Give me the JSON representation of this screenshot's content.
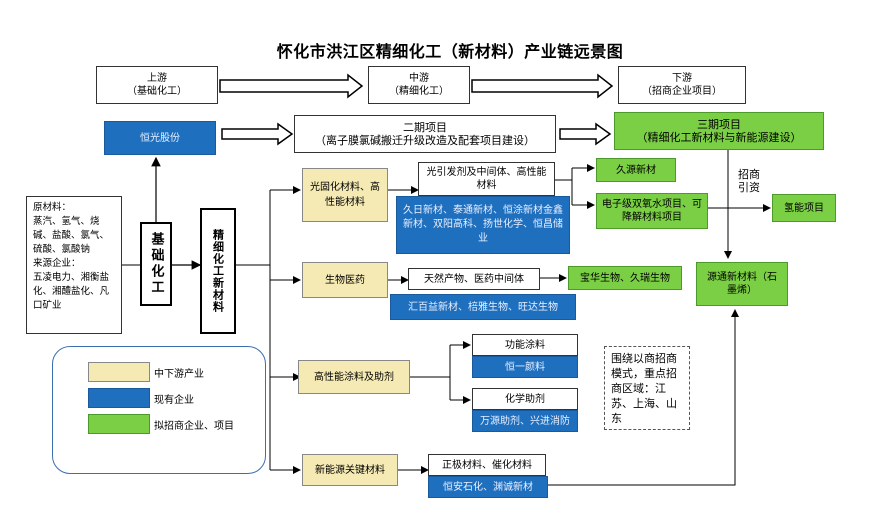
{
  "title": "怀化市洪江区精细化工（新材料）产业链远景图",
  "stages": {
    "upstream": {
      "name": "上游",
      "sub": "（基础化工）"
    },
    "midstream": {
      "name": "中游",
      "sub": "（精细化工）"
    },
    "downstream": {
      "name": "下游",
      "sub": "（招商企业项目）"
    }
  },
  "hengguang": "恒光股份",
  "phase2": {
    "line1": "二期项目",
    "line2": "（离子膜氯碱搬迁升级改造及配套项目建设）"
  },
  "phase3": {
    "line1": "三期项目",
    "line2": "（精细化工新材料与新能源建设）"
  },
  "raw_materials": "原材料：\n蒸汽、氢气、烧碱、盐酸、氯气、硫酸、氯酸钠\n来源企业：\n五凌电力、湘衡盐化、湘醴盐化、凡口矿业",
  "basic_chem": "基础化工",
  "fine_chem": "精细化工新材料",
  "categories": {
    "photo": "光固化材料、高性能材料",
    "bio": "生物医药",
    "coating": "高性能涂料及助剂",
    "energy": "新能源关键材料"
  },
  "photo_products": "光引发剂及中间体、高性能材料",
  "photo_companies": "久日新材、泰通新材、恒涂新材金鑫新材、双阳高科、扬世化学、恒昌储业",
  "jiuyuan": "久源新材",
  "electronic": "电子级双氧水项目、可降解材料项目",
  "zhaoshang": "招商引资",
  "hydrogen": "氢能项目",
  "yuantong": "源通新材料（石墨烯）",
  "bio_products": "天然产物、医药中间体",
  "bio_companies": "汇百益新材、棓雅生物、旺达生物",
  "baohua": "宝华生物、久瑞生物",
  "coating_func": "功能涂料",
  "coating_func_co": "恒一颜料",
  "coating_chem": "化学助剂",
  "coating_chem_co": "万源助剂、兴进消防",
  "energy_products": "正极材料、催化材料",
  "energy_companies": "恒安石化、渊诚新材",
  "note": "围绕以商招商模式，重点招商区域：江苏、上海、山东",
  "legend": {
    "item1": "中下游产业",
    "item2": "现有企业",
    "item3": "拟招商企业、项目"
  },
  "colors": {
    "yellow": "#f5eab4",
    "blue": "#1f6fbf",
    "green": "#7bcf45"
  }
}
